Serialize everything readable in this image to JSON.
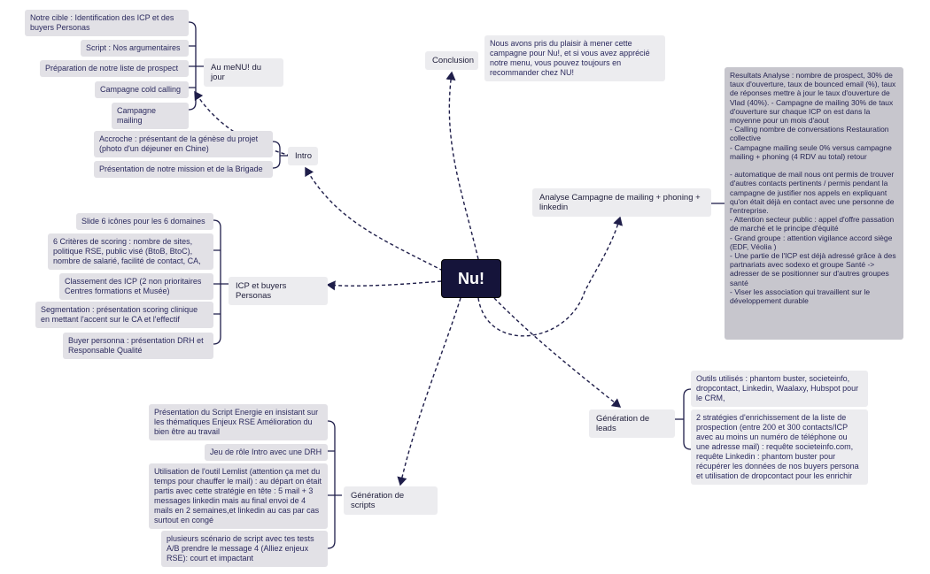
{
  "center": "Nu!",
  "branches": {
    "intro": "Intro",
    "menu": "Au meNU! du jour",
    "conclusion": "Conclusion",
    "icp": "ICP et buyers Personas",
    "analyse": "Analyse Campagne de mailing + phoning + linkedin",
    "leads": "Génération de leads",
    "scripts": "Génération de scripts"
  },
  "menu_items": [
    "Notre cible : Identification des ICP et des buyers Personas",
    "Script : Nos argumentaires",
    "Préparation de notre liste de prospect",
    "Campagne cold calling",
    "Campagne mailing"
  ],
  "intro_items": [
    "Accroche : présentant de la génèse du projet (photo d'un déjeuner en Chine)",
    "Présentation de notre mission et de la Brigade"
  ],
  "conclusion_text": "Nous avons pris du plaisir à mener cette campagne pour Nu!, et si vous avez apprécié notre menu, vous pouvez toujours en recommander chez NU!",
  "icp_items": [
    "Slide 6 icônes pour les 6 domaines",
    "6 Critères de scoring : nombre de sites, politique RSE, public visé (BtoB, BtoC), nombre de salarié, facilité de contact, CA,",
    "Classement des ICP (2 non prioritaires Centres formations et Musée)",
    "Segmentation : présentation scoring clinique en mettant l'accent sur le CA et  l'effectif",
    "Buyer personna : présentation DRH et Responsable Qualité"
  ],
  "analyse_text": "Resultats  Analyse : nombre de prospect, 30% de taux d'ouverture, taux de bounced email (%), taux de réponses mettre à jour le taux d'ouverture de Vlad (40%). -        Campagne de mailing 30% de taux d'ouverture sur chaque ICP on est dans la moyenne pour un mois d'aout\n-        Calling nombre de conversations Restauration collective\n-        Campagne mailing seule 0% versus campagne mailing + phoning (4 RDV au total) retour\n\n-        automatique de mail nous ont permis de trouver d'autres contacts pertinents / permis pendant la campagne de justifier nos appels en expliquant qu'on était déjà en contact avec une personne de l'entreprise.\n-        Attention secteur public : appel d'offre passation de marché et le principe d'équité\n-        Grand groupe : attention vigilance accord siège (EDF, Véolia )\n-        Une partie de l'ICP est déjà adressé grâce à des partnariats avec sodexo et groupe Santé -> adresser de se positionner sur d'autres groupes santé\n-        Viser les association qui travaillent sur le développement durable",
  "leads_items": [
    "Outils utilisés : phantom buster, societeinfo, dropcontact, Linkedin, Waalaxy, Hubspot pour le CRM,",
    "2 stratégies d'enrichissement de la liste de prospection (entre 200 et 300 contacts/ICP avec au moins un numéro de téléphone ou une adresse mail) : requête societeinfo.com, requête Linkedin : phantom buster pour récupérer les données de nos buyers persona et utilisation de dropcontact pour les enrichir"
  ],
  "scripts_items": [
    "Présentation du Script Energie  en insistant sur les thématiques  Enjeux RSE Amélioration du bien être au travail",
    "Jeu de rôle Intro avec une DRH",
    "Utilisation de l'outil Lemlist (attention ça met du temps pour chauffer le mail) : au départ on était partis avec cette stratégie en tête : 5 mail + 3 messages linkedin mais au final envoi de 4 mails en 2 semaines,et linkedin au cas par cas surtout en congé",
    "plusieurs scénario de script avec tes tests A/B prendre le message 4 (Alliez enjeux RSE): court et impactant"
  ],
  "colors": {
    "center_bg": "#15143a",
    "node_bg": "#e2e1e6",
    "node_gray_bg": "#c7c6cd",
    "text": "#2b2a5e",
    "line": "#1f1e4a"
  }
}
